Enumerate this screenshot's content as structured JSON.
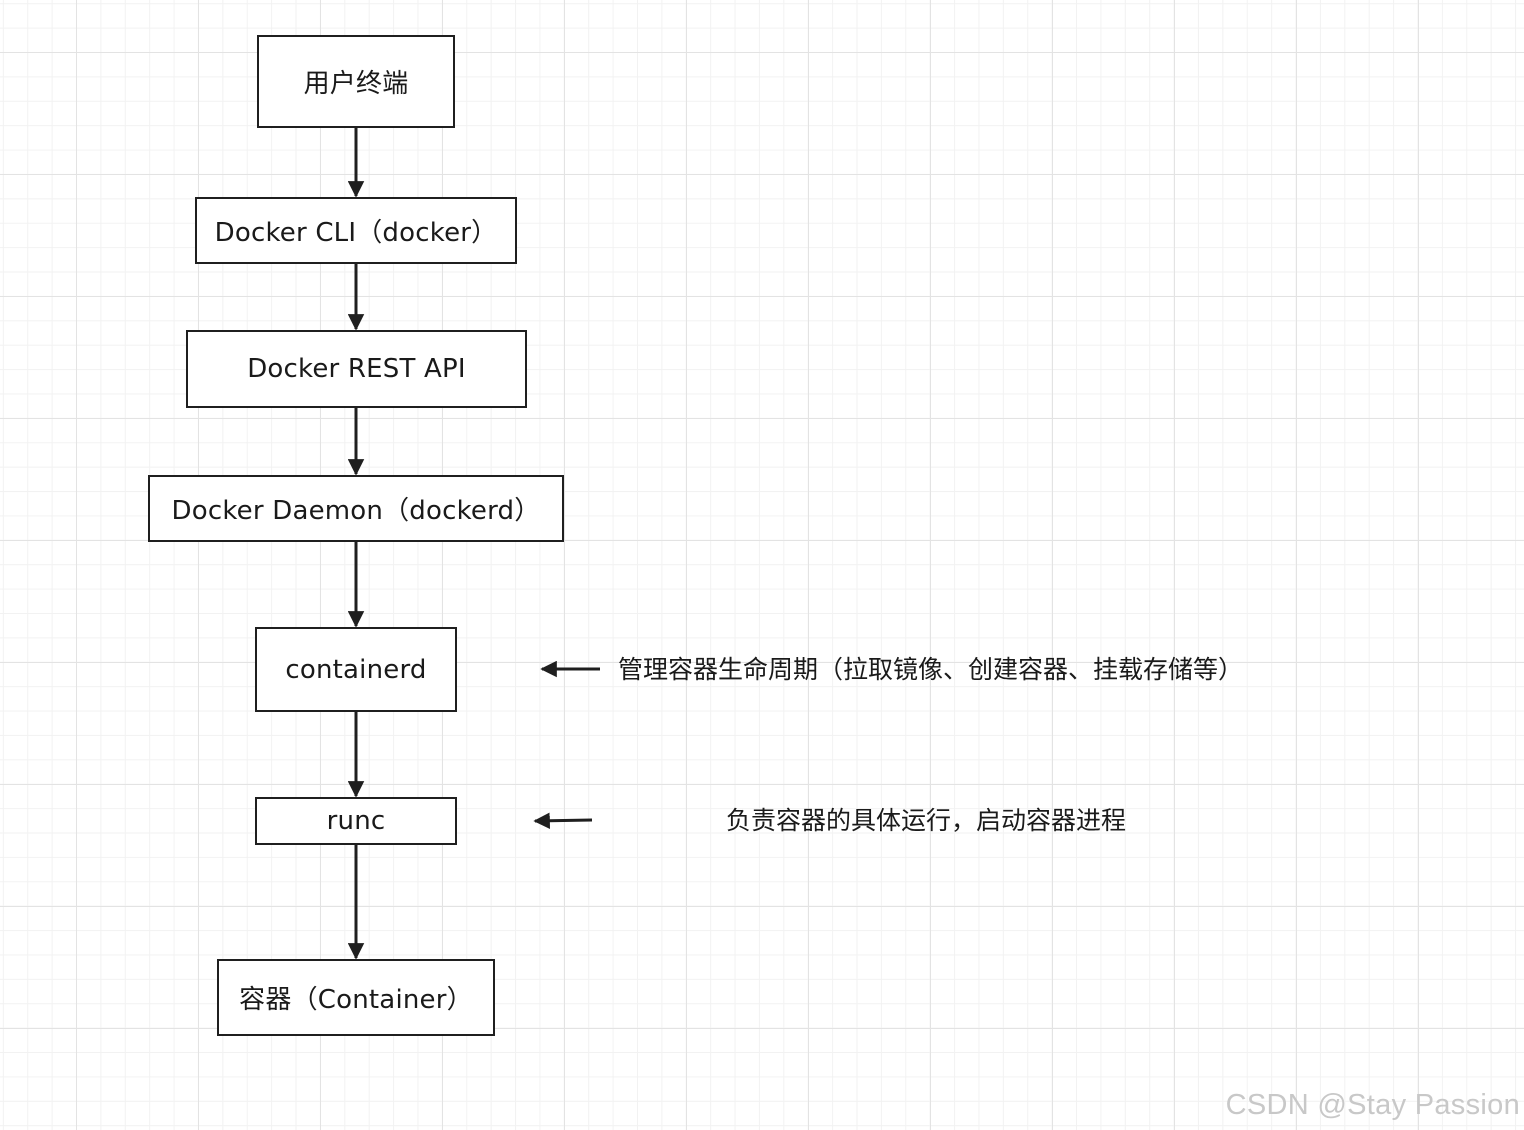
{
  "diagram": {
    "nodes": [
      {
        "id": "terminal",
        "label": "用户终端"
      },
      {
        "id": "cli",
        "label": "Docker CLI（docker）"
      },
      {
        "id": "rest_api",
        "label": "Docker REST API"
      },
      {
        "id": "daemon",
        "label": "Docker Daemon（dockerd）"
      },
      {
        "id": "containerd",
        "label": "containerd"
      },
      {
        "id": "runc",
        "label": "runc"
      },
      {
        "id": "container",
        "label": "容器（Container）"
      }
    ],
    "edges": [
      {
        "from": "terminal",
        "to": "cli"
      },
      {
        "from": "cli",
        "to": "rest_api"
      },
      {
        "from": "rest_api",
        "to": "daemon"
      },
      {
        "from": "daemon",
        "to": "containerd"
      },
      {
        "from": "containerd",
        "to": "runc"
      },
      {
        "from": "runc",
        "to": "container"
      }
    ],
    "annotations": [
      {
        "target": "containerd",
        "text": "管理容器生命周期（拉取镜像、创建容器、挂载存储等）"
      },
      {
        "target": "runc",
        "text": "负责容器的具体运行，启动容器进程"
      }
    ]
  },
  "watermark": "CSDN @Stay Passion",
  "colors": {
    "stroke": "#1f1f1f",
    "grid": "#e3e3e3",
    "watermark": "#c8c8c8"
  }
}
